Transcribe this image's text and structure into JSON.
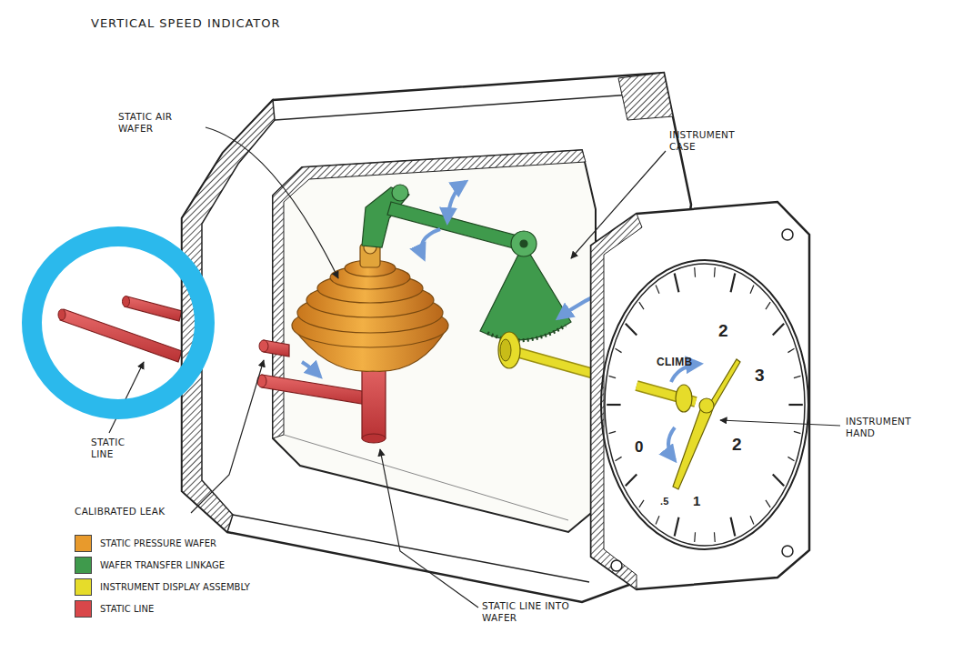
{
  "diagram": {
    "title": "VERTICAL SPEED INDICATOR",
    "labels": [
      "STATIC AIR WAFER",
      "INSTRUMENT CASE",
      "STATIC LINE",
      "CALIBRATED LEAK",
      "STATIC LINE INTO WAFER",
      "INSTRUMENT HAND",
      "CLIMB",
      "2",
      "3",
      "2",
      "1",
      ".5",
      "0"
    ],
    "legend": [
      {
        "text": "STATIC PRESSURE WAFER",
        "color": "#e89a2c"
      },
      {
        "text": "WAFER TRANSFER LINKAGE",
        "color": "#3f9a4c"
      },
      {
        "text": "INSTRUMENT DISPLAY ASSEMBLY",
        "color": "#e6dc2a"
      },
      {
        "text": "STATIC LINE",
        "color": "#d9474a"
      }
    ]
  }
}
